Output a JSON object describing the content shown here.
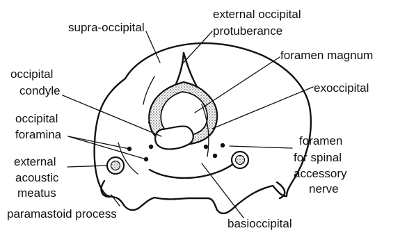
{
  "labels": {
    "supra_occipital": "supra-occipital",
    "external_occipital_1": "external occipital",
    "external_occipital_2": "protuberance",
    "foramen_magnum": "foramen magnum",
    "occipital_condyle_1": "occipital",
    "occipital_condyle_2": "condyle",
    "exoccipital": "exoccipital",
    "occipital_foramina_1": "occipital",
    "occipital_foramina_2": "foramina",
    "foramen_spinal_1": "foramen",
    "foramen_spinal_2": "for spinal",
    "foramen_spinal_3": "accessory",
    "foramen_spinal_4": "nerve",
    "external_acoustic_1": "external",
    "external_acoustic_2": "acoustic",
    "external_acoustic_3": "meatus",
    "paramastoid_process": "paramastoid process",
    "basioccipital": "basioccipital"
  }
}
